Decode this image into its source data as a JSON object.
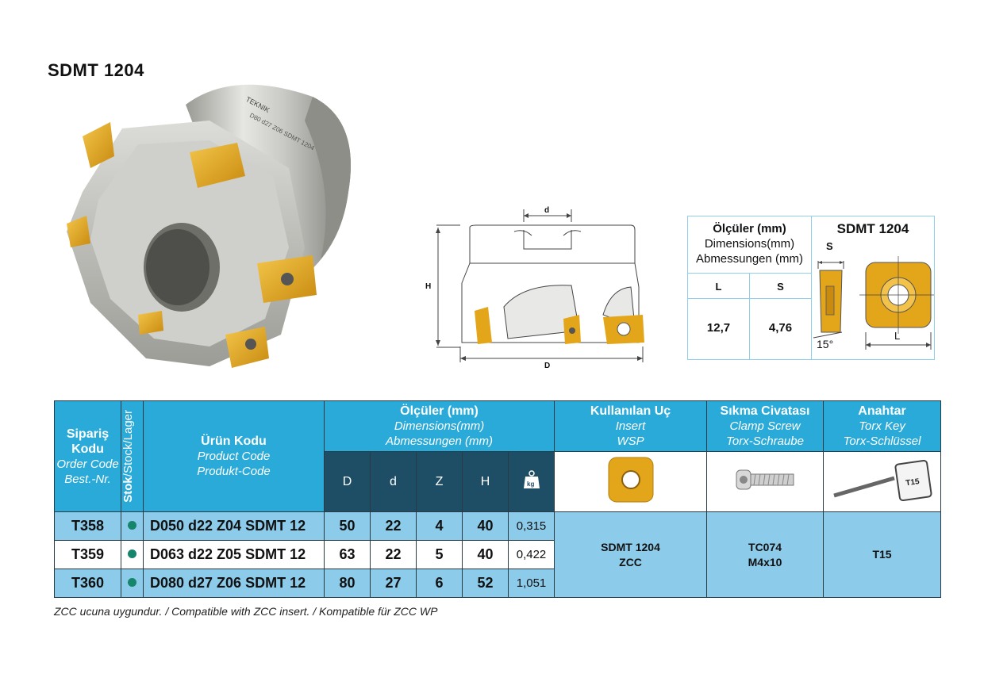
{
  "title": "SDMT 1204",
  "product_engraving": "D80 d27 Z06 SDMT 1204",
  "brand_engraving": "TEKNIK",
  "drawing": {
    "label_d": "d",
    "label_H": "H",
    "label_D": "D"
  },
  "dimensions_box": {
    "head_title": "Ölçüler (mm)",
    "head_en": "Dimensions(mm)",
    "head_de": "Abmessungen (mm)",
    "insert_title": "SDMT 1204",
    "col_L": "L",
    "col_S": "S",
    "val_L": "12,7",
    "val_S": "4,76",
    "label_S": "S",
    "label_angle": "15°",
    "label_L": "L"
  },
  "table": {
    "order_code": {
      "tr": "Sipariş Kodu",
      "en": "Order Code",
      "de": "Best.-Nr."
    },
    "stock": {
      "tr": "Stok",
      "rest": "/Stock/Lager"
    },
    "product_code": {
      "tr": "Ürün Kodu",
      "en": "Product Code",
      "de": "Produkt-Code"
    },
    "dimensions": {
      "tr": "Ölçüler (mm)",
      "en": "Dimensions(mm)",
      "de": "Abmessungen (mm)"
    },
    "insert": {
      "tr": "Kullanılan Uç",
      "en": "Insert",
      "de": "WSP"
    },
    "screw": {
      "tr": "Sıkma Civatası",
      "en": "Clamp Screw",
      "de": "Torx-Schraube"
    },
    "key": {
      "tr": "Anahtar",
      "en": "Torx Key",
      "de": "Torx-Schlüssel"
    },
    "sub_headers": [
      "D",
      "d",
      "Z",
      "H"
    ],
    "weight_icon_label": "kg",
    "rows": [
      {
        "code": "T358",
        "product": "D050 d22 Z04 SDMT 12",
        "D": "50",
        "d": "22",
        "Z": "4",
        "H": "40",
        "weight": "0,315"
      },
      {
        "code": "T359",
        "product": "D063 d22 Z05 SDMT 12",
        "D": "63",
        "d": "22",
        "Z": "5",
        "H": "40",
        "weight": "0,422"
      },
      {
        "code": "T360",
        "product": "D080 d27 Z06 SDMT 12",
        "D": "80",
        "d": "27",
        "Z": "6",
        "H": "52",
        "weight": "1,051"
      }
    ],
    "insert_value_1": "SDMT 1204",
    "insert_value_2": "ZCC",
    "screw_value_1": "TC074",
    "screw_value_2": "M4x10",
    "key_value": "T15",
    "key_tag_label": "T15"
  },
  "note": "ZCC ucuna uygundur. / Compatible with ZCC insert. / Kompatible für ZCC WP",
  "colors": {
    "header_blue": "#2aaad8",
    "dark_blue": "#1e4e66",
    "light_blue": "#8dcbea",
    "insert_gold": "#e3a51a",
    "stock_green": "#15856b"
  }
}
